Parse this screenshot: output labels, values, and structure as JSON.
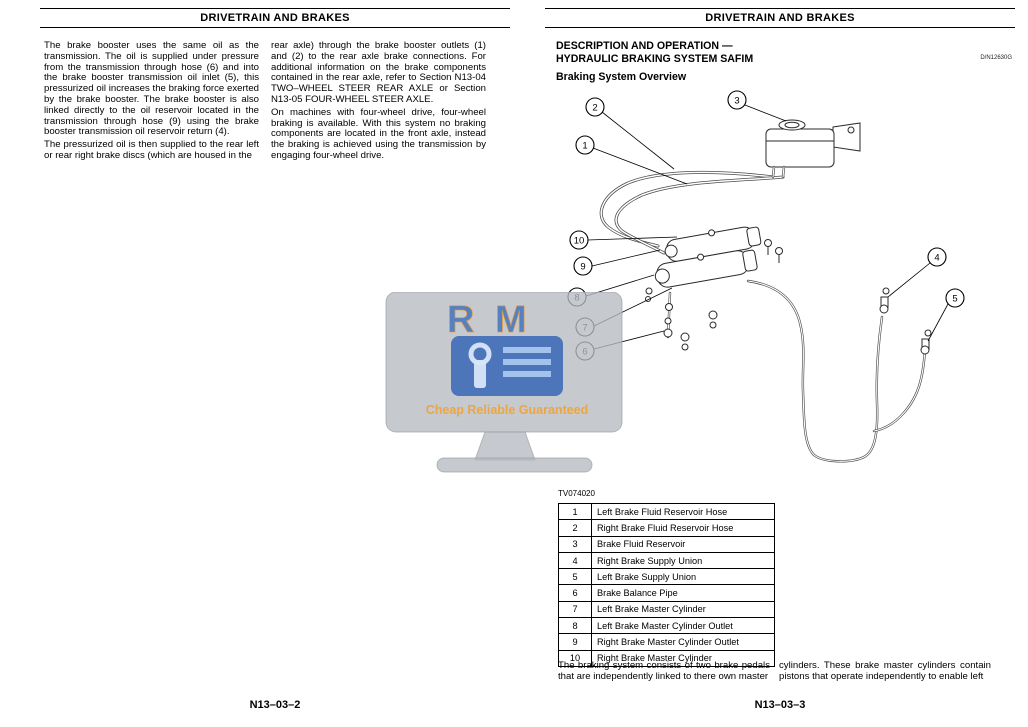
{
  "watermark": {
    "letter_r": "R",
    "letter_m": "M",
    "tagline": "Cheap Reliable Guaranteed"
  },
  "left_page": {
    "header": "DRIVETRAIN AND BRAKES",
    "col1_p1": "The brake booster uses the same oil as the transmission. The oil is supplied under pressure from the transmission through hose (6) and into the brake booster transmission oil inlet (5), this pressurized oil increases the braking force exerted by the brake booster. The brake booster is also linked directly to the oil reservoir located in the transmission through hose (9) using the brake booster transmission oil reservoir return (4).",
    "col1_p2": "The pressurized oil is then supplied to the rear left or rear right brake discs (which are housed in the",
    "col2_p1": "rear axle) through the brake booster outlets (1) and (2) to the rear axle brake connections.  For additional information on the brake components contained in the rear axle, refer to Section N13-04 TWO–WHEEL STEER REAR AXLE or Section N13-05 FOUR-WHEEL STEER AXLE.",
    "col2_p2": "On machines with four-wheel drive, four-wheel braking is available.  With this system no braking components are located in the front axle, instead the braking is achieved using the transmission by engaging four-wheel drive.",
    "footer": "N13–03–2"
  },
  "right_page": {
    "header": "DRIVETRAIN AND BRAKES",
    "title_line1": "DESCRIPTION AND OPERATION —",
    "title_line2": "HYDRAULIC BRAKING SYSTEM SAFIM",
    "doc_ref": "D/N12630G",
    "subtitle": "Braking System Overview",
    "figure_code": "TV074020",
    "callouts": {
      "c1": "1",
      "c2": "2",
      "c3": "3",
      "c4": "4",
      "c5": "5",
      "c6": "6",
      "c7": "7",
      "c8": "8",
      "c9": "9",
      "c10": "10"
    },
    "table": {
      "rows": [
        {
          "num": "1",
          "desc": "Left Brake Fluid Reservoir Hose"
        },
        {
          "num": "2",
          "desc": "Right Brake Fluid Reservoir Hose"
        },
        {
          "num": "3",
          "desc": "Brake Fluid Reservoir"
        },
        {
          "num": "4",
          "desc": "Right Brake Supply Union"
        },
        {
          "num": "5",
          "desc": "Left Brake Supply Union"
        },
        {
          "num": "6",
          "desc": "Brake Balance Pipe"
        },
        {
          "num": "7",
          "desc": "Left Brake Master Cylinder"
        },
        {
          "num": "8",
          "desc": "Left Brake Master Cylinder Outlet"
        },
        {
          "num": "9",
          "desc": "Right Brake Master Cylinder Outlet"
        },
        {
          "num": "10",
          "desc": "Right Brake Master Cylinder"
        }
      ]
    },
    "bottom_col1": "The braking system consists of two brake pedals that are independently linked to there own master",
    "bottom_col2": "cylinders.  These brake master cylinders contain pistons that operate independently to enable left",
    "footer": "N13–03–3"
  }
}
